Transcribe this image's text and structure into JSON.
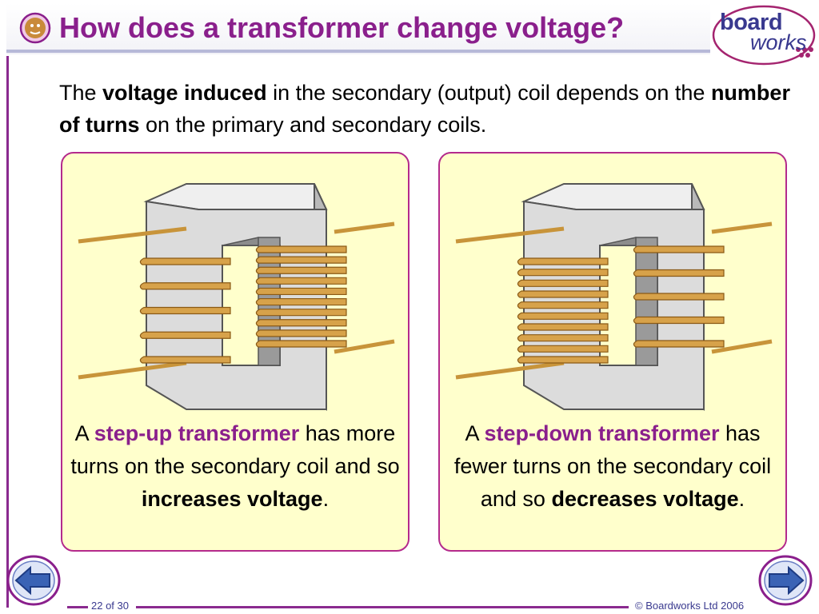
{
  "slide": {
    "title": "How does a transformer change voltage?",
    "logo": {
      "word1": "board",
      "word2": "works"
    },
    "intro": {
      "p1": "The ",
      "b1": "voltage induced",
      "p2": " in the secondary (output) coil depends on the ",
      "b2": "number of turns",
      "p3": " on the primary and secondary coils."
    },
    "panels": [
      {
        "pre": "A ",
        "highlight": "step-up transformer",
        "mid": " has more turns on the secondary coil and so ",
        "bold": "increases voltage",
        "end": "."
      },
      {
        "pre": "A ",
        "highlight": "step-down transformer",
        "mid": " has fewer turns on the secondary coil and so ",
        "bold": "decreases voltage",
        "end": "."
      }
    ],
    "footer": {
      "page": "22 of 30",
      "copyright": "© Boardworks Ltd 2006"
    }
  },
  "transformers": [
    {
      "primary_turns": 5,
      "secondary_turns": 10
    },
    {
      "primary_turns": 10,
      "secondary_turns": 5
    }
  ],
  "icons": {
    "title_icon": "boardworks-mascot-icon",
    "prev": "back-arrow-icon",
    "next": "forward-arrow-icon"
  },
  "colors": {
    "title": "#8a1f8c",
    "panel_bg": "#ffffcc",
    "panel_border": "#b42a8c",
    "coil": "#d7a24a",
    "core": "#dcdcdc",
    "nav": "#3a63b5"
  }
}
